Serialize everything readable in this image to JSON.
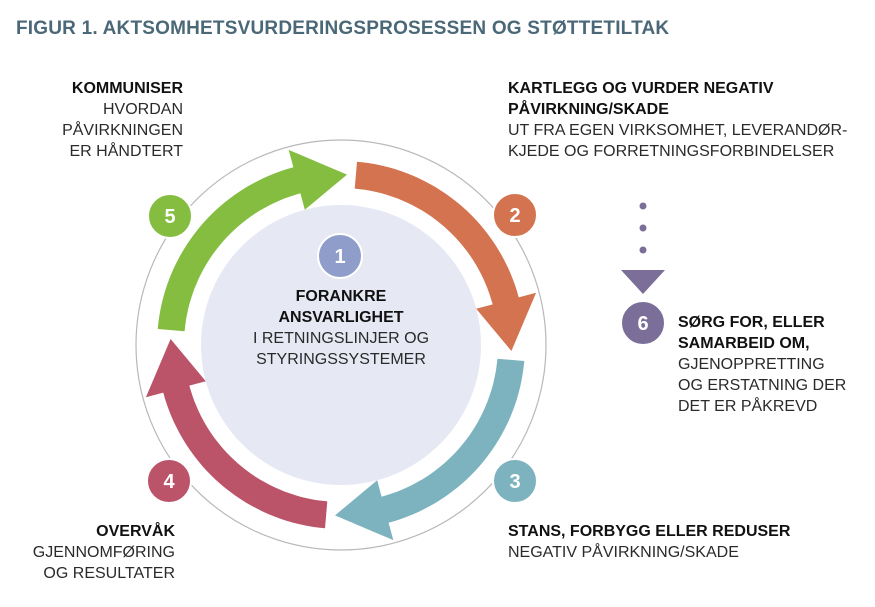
{
  "title": "FIGUR 1. AKTSOMHETSVURDERINGSPROSESSEN OG STØTTETILTAK",
  "colors": {
    "step1": "#8e9dc9",
    "step2": "#d4734f",
    "step3": "#7cb3bf",
    "step4": "#bb5369",
    "step5": "#84bd3f",
    "step6": "#7b6e99",
    "center": "#e6e8f4",
    "title": "#4b6878"
  },
  "steps": [
    {
      "number": "1",
      "heading": [
        "FORANKRE",
        "ANSVARLIGHET"
      ],
      "text": [
        "I RETNINGSLINJER OG",
        "STYRINGSSYSTEMER"
      ]
    },
    {
      "number": "2",
      "heading": [
        "KARTLEGG OG VURDER NEGATIV",
        "PÅVIRKNING/SKADE"
      ],
      "text": [
        "UT FRA EGEN VIRKSOMHET, LEVERANDØR-",
        "KJEDE OG FORRETNINGSFORBINDELSER"
      ]
    },
    {
      "number": "3",
      "heading": [
        "STANS, FORBYGG ELLER REDUSER"
      ],
      "text": [
        "NEGATIV PÅVIRKNING/SKADE"
      ]
    },
    {
      "number": "4",
      "heading": [
        "OVERVÅK"
      ],
      "text": [
        "GJENNOMFØRING",
        "OG RESULTATER"
      ]
    },
    {
      "number": "5",
      "heading": [
        "KOMMUNISER"
      ],
      "text": [
        "HVORDAN",
        "PÅVIRKNINGEN",
        "ER HÅNDTERT"
      ]
    },
    {
      "number": "6",
      "heading": [
        "SØRG FOR, ELLER",
        "SAMARBEID OM,"
      ],
      "text": [
        "GJENOPPRETTING",
        "OG ERSTATNING DER",
        "DET ER PÅKREVD"
      ]
    }
  ]
}
